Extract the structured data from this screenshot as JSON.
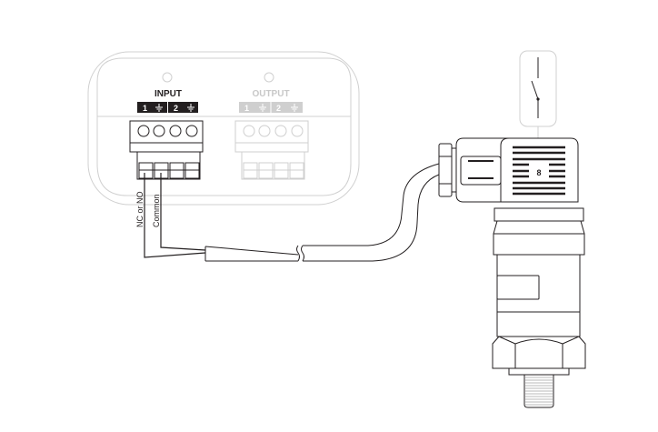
{
  "device": {
    "input_label": "INPUT",
    "output_label": "OUTPUT",
    "input_terminals": [
      "1",
      "2"
    ],
    "output_terminals": [
      "1",
      "2"
    ],
    "ground_symbol": "⏚"
  },
  "wires": {
    "wire1_label": "NC or NO",
    "wire2_label": "Common"
  },
  "sensor": {
    "connector_digit": "8"
  },
  "colors": {
    "line": "#231f20",
    "faded": "#c8c8c8",
    "label_bg": "#231f20"
  }
}
